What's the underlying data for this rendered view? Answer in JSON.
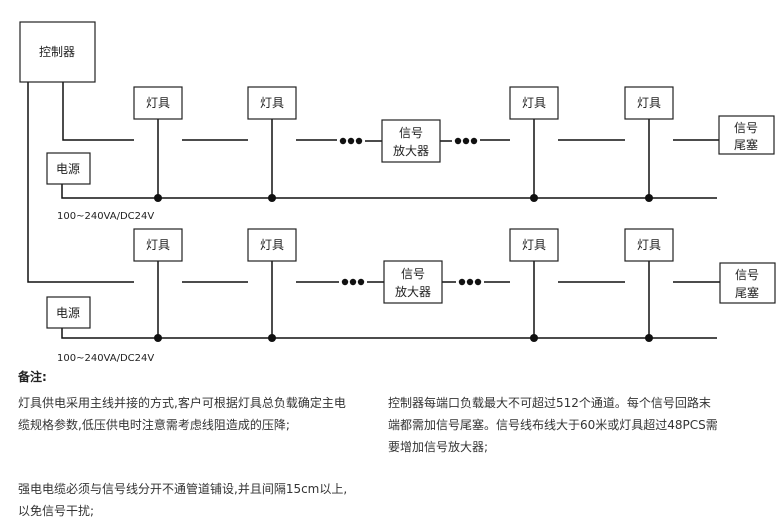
{
  "diagram": {
    "controller": "控制器",
    "fixture": "灯具",
    "amplifier": [
      "信号",
      "放大器"
    ],
    "terminator": [
      "信号",
      "尾塞"
    ],
    "power": "电源",
    "voltage": "100~240VA/DC24V"
  },
  "notes": {
    "heading": "备注:",
    "note1": "灯具供电采用主线并接的方式,客户可根据灯具总负载确定主电缆规格参数,低压供电时注意需考虑线阻造成的压降;",
    "note2": "强电电缆必须与信号线分开不通管道铺设,并且间隔15cm以上,以免信号干扰;",
    "note3": "控制器每端口负载最大不可超过512个通道。每个信号回路末端都需加信号尾塞。信号线布线大于60米或灯具超过48PCS需要增加信号放大器;"
  }
}
